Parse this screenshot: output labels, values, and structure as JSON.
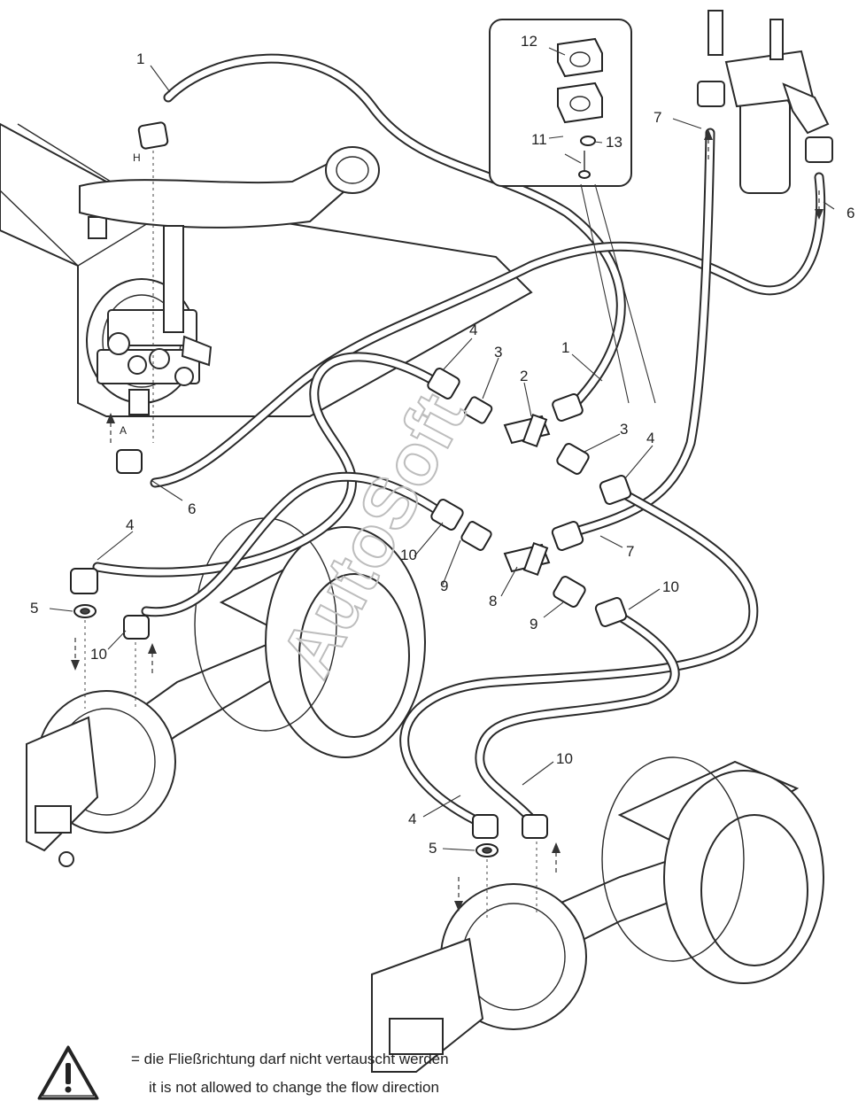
{
  "watermark": "AutoSoft",
  "callouts": {
    "c1_top": "1",
    "c1_mid": "1",
    "c2": "2",
    "c3_a": "3",
    "c3_b": "3",
    "c4_a": "4",
    "c4_b": "4",
    "c4_c": "4",
    "c4_d": "4",
    "c5_a": "5",
    "c5_b": "5",
    "c6_a": "6",
    "c6_b": "6",
    "c7_a": "7",
    "c7_b": "7",
    "c8": "8",
    "c9_a": "9",
    "c9_b": "9",
    "c10_a": "10",
    "c10_b": "10",
    "c10_c": "10",
    "c10_d": "10",
    "c11": "11",
    "c12": "12",
    "c13": "13"
  },
  "port_labels": {
    "h": "H",
    "a": "A"
  },
  "legend": {
    "line_de": "= die Fließrichtung darf nicht vertauscht werden",
    "line_en": "it is not allowed to change the flow direction"
  }
}
